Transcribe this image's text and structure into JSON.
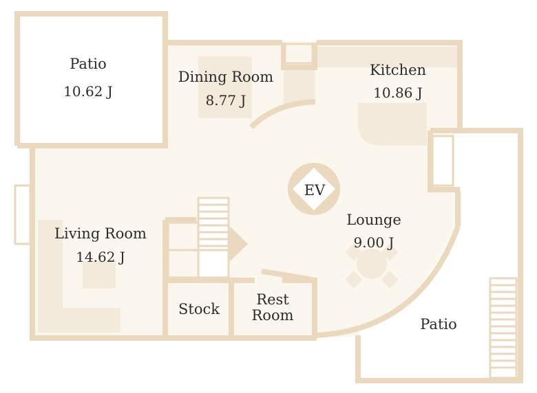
{
  "colors": {
    "wall": "#ead8bf",
    "floor": "#fbf7ee",
    "furniture": "#f3eadb",
    "outside": "#ffffff",
    "text": "#2b2b2b"
  },
  "rooms": [
    {
      "key": "patio_top",
      "name": "Patio",
      "area": "10.62 J"
    },
    {
      "key": "dining",
      "name": "Dining Room",
      "area": "8.77 J"
    },
    {
      "key": "kitchen",
      "name": "Kitchen",
      "area": "10.86 J"
    },
    {
      "key": "living",
      "name": "Living Room",
      "area": "14.62 J"
    },
    {
      "key": "lounge",
      "name": "Lounge",
      "area": "9.00 J"
    },
    {
      "key": "stock",
      "name": "Stock",
      "area": ""
    },
    {
      "key": "restroom",
      "name": "Rest",
      "name2": "Room",
      "area": ""
    },
    {
      "key": "patio_bottom",
      "name": "Patio",
      "area": ""
    }
  ],
  "elevator": {
    "label": "EV"
  }
}
